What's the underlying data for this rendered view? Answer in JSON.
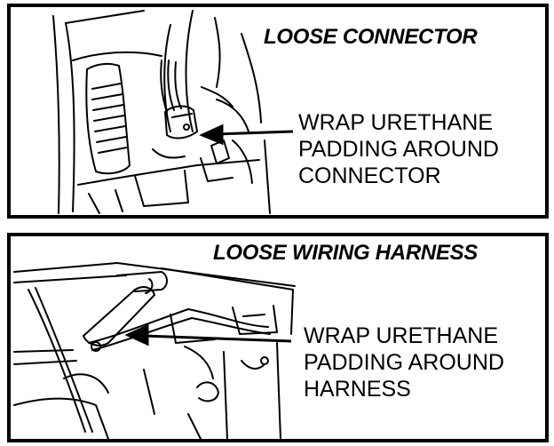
{
  "panels": [
    {
      "title": "LOOSE CONNECTOR",
      "instruction": [
        "WRAP URETHANE",
        "PADDING AROUND",
        "CONNECTOR"
      ]
    },
    {
      "title": "LOOSE WIRING HARNESS",
      "instruction": [
        "WRAP URETHANE",
        "PADDING AROUND",
        "HARNESS"
      ]
    }
  ]
}
